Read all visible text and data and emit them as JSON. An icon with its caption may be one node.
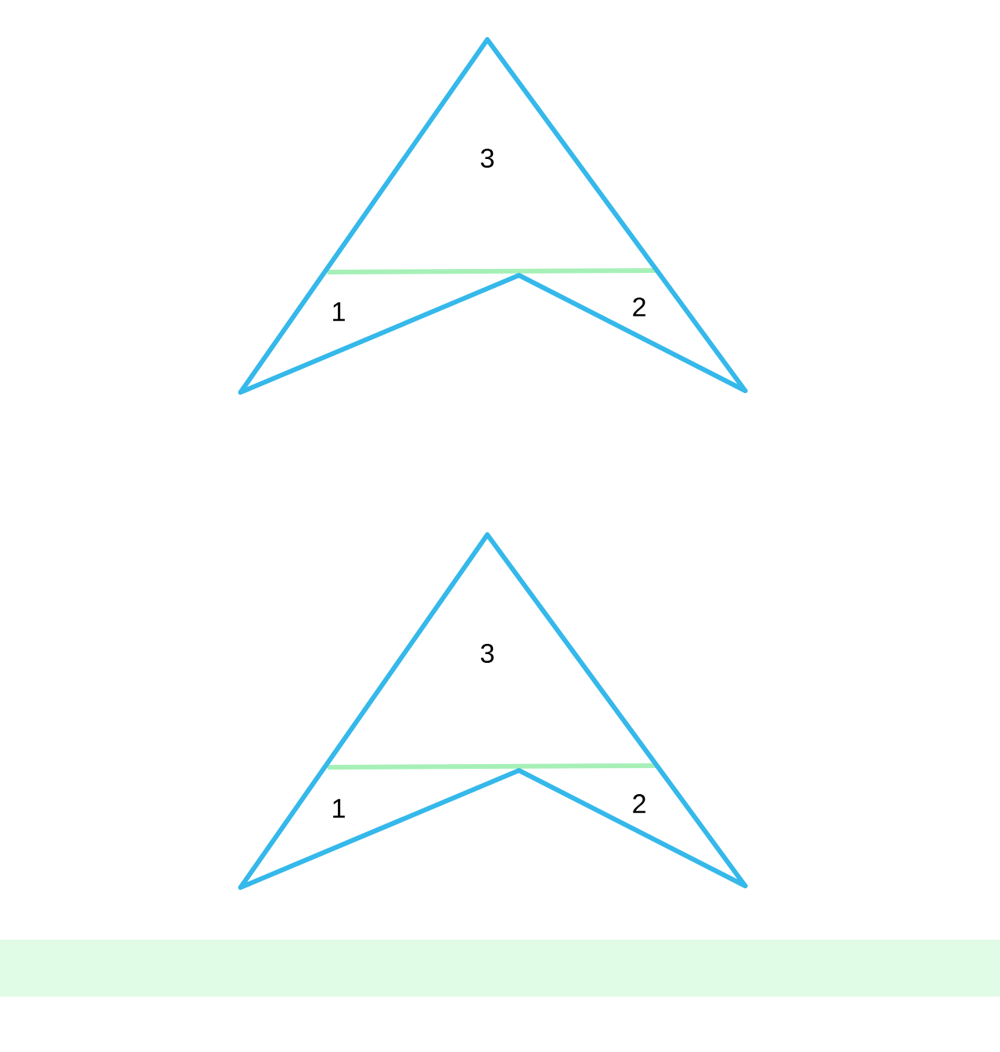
{
  "diagram": {
    "labels": [
      "3",
      "1",
      "2",
      "3",
      "1",
      "2"
    ]
  }
}
